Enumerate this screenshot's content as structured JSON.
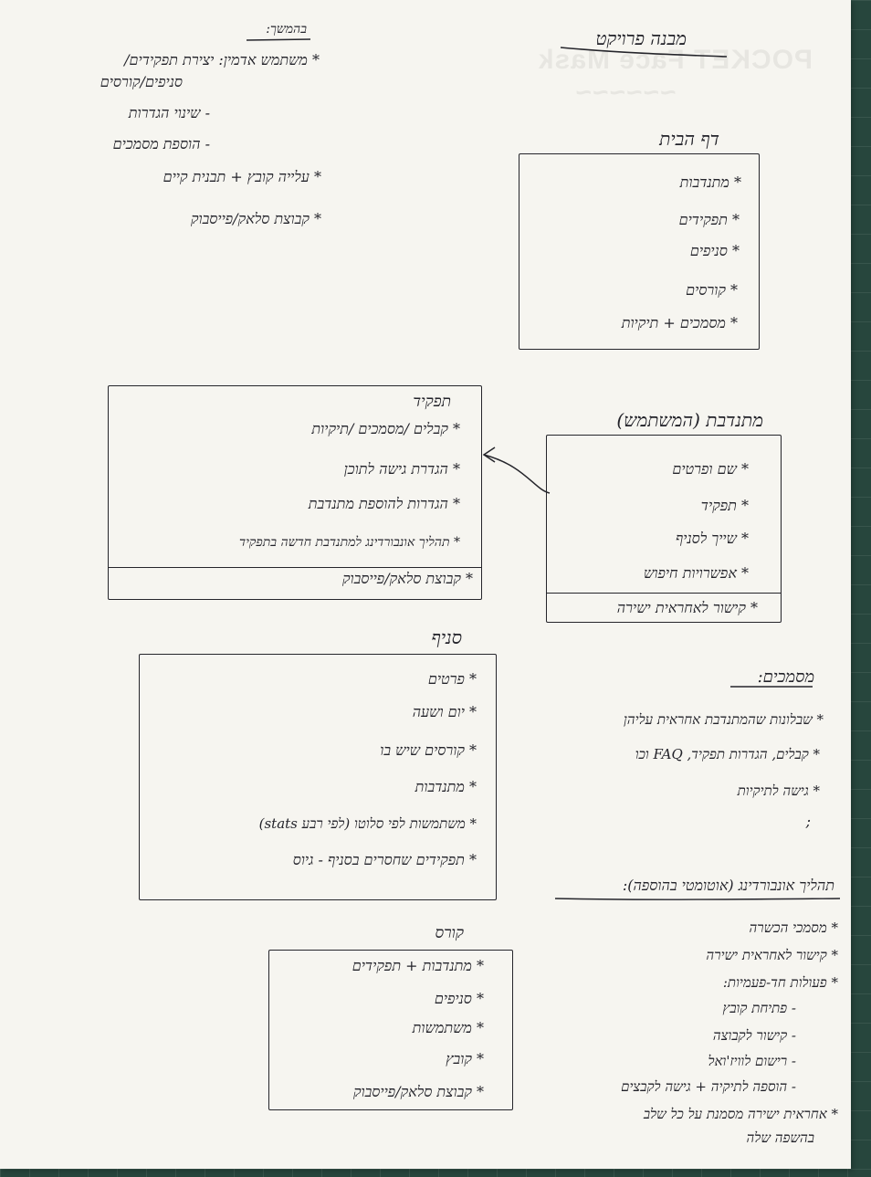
{
  "project_structure": {
    "title": "מבנה פרויקט",
    "home_page": {
      "title": "דף הבית",
      "items": [
        "* מתנדבות",
        "* תפקידים",
        "* סניפים",
        "* קורסים",
        "* מסמכים + תיקיות"
      ]
    },
    "continued": {
      "title": "בהמשך:",
      "items": [
        "* משתמש אדמין: יצירת תפקידים/",
        "סניפים/קורסים",
        "- שינוי הגדרות",
        "- הוספת מסמכים",
        "* עלייה קובץ + תבנית קיים",
        "* קבוצת סלאק/פייסבוק"
      ]
    },
    "role": {
      "title": "תפקיד",
      "items": [
        "* קבלים /מסמכים /תיקיות",
        "* הגדרת גישה לתוכן",
        "* הגדרות להוספת מתנדבת",
        "* תהליך אונבורדינג למתנדבת חדשה בתפקיד"
      ],
      "footer": "* קבוצת סלאק/פייסבוק"
    },
    "volunteer": {
      "title": "מתנדבת (המשתמש)",
      "items": [
        "* שם ופרטים",
        "* תפקיד",
        "* שייך לסניף",
        "* אפשרויות חיפוש"
      ],
      "footer": "* קישור לאחראית ישירה"
    },
    "branch": {
      "title": "סניף",
      "items": [
        "* פרטים",
        "* יום ושעה",
        "* קורסים שיש בו",
        "* מתנדבות",
        "* משתמשות לפי סלוטו (לפי רבע stats)",
        "* תפקידים שחסרים בסניף - גיוס"
      ]
    },
    "documents": {
      "title": "מסמכים:",
      "items": [
        "* שבלונות שהמתנדבת אחראית עליהן",
        "* קבלים, הגדרות תפקיד, FAQ וכו",
        "* גישה לתיקיות",
        ";"
      ]
    },
    "course": {
      "title": "קורס",
      "items": [
        "* מתנדבות + תפקידים",
        "* סניפים",
        "* משתמשות",
        "* קובץ",
        "* קבוצת סלאק/פייסבוק"
      ]
    },
    "onboarding": {
      "title": "תהליך אונבורדינג (אוטומטי בהוספה):",
      "items": [
        "* מסמכי הכשרה",
        "* קישור לאחראית ישירה",
        "* פעולות חד-פעמיות:",
        "- פתיחת קובץ",
        "- קישור לקבוצה",
        "- רישום לוויז'ואל",
        "- הוספה לתיקיה + גישה לקבצים",
        "* אחראית ישירה מסמנת על כל שלב",
        "בהשפה שלה"
      ]
    }
  }
}
